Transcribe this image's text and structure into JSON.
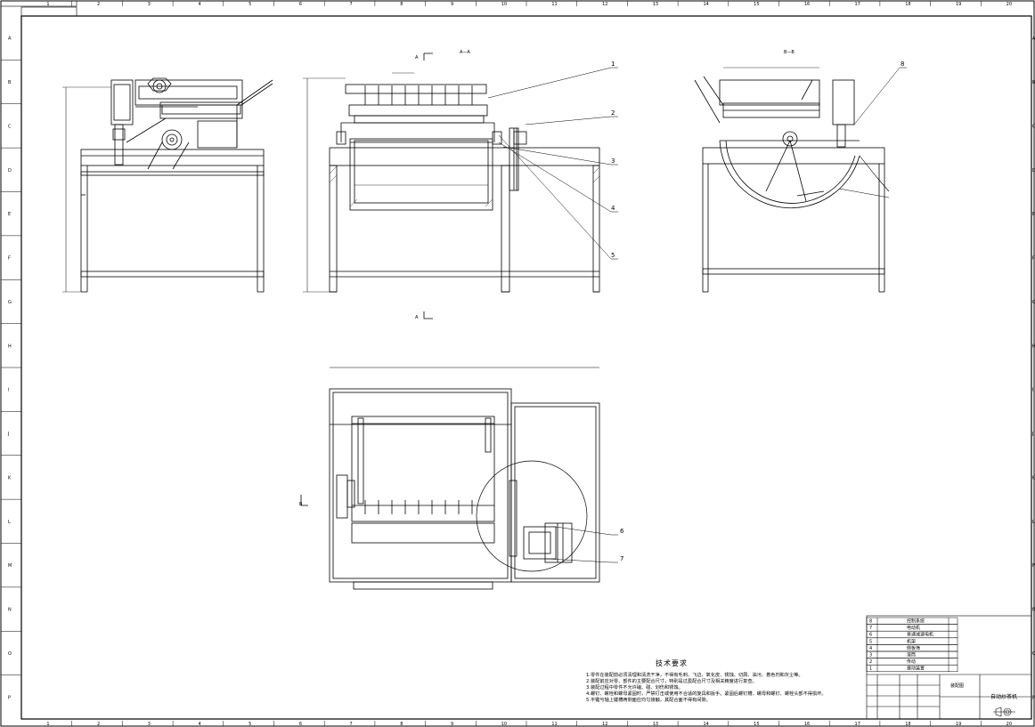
{
  "sheet": {
    "col_labels": [
      "1",
      "2",
      "3",
      "4",
      "5",
      "6",
      "7",
      "8",
      "9",
      "10",
      "11",
      "12",
      "13",
      "14",
      "15",
      "16",
      "17",
      "18",
      "19",
      "20"
    ],
    "row_labels": [
      "A",
      "B",
      "C",
      "D",
      "E",
      "F",
      "G",
      "H",
      "I",
      "J",
      "K",
      "L",
      "M",
      "N",
      "O",
      "P"
    ]
  },
  "views": {
    "section_mark_top": "A—A",
    "section_mark_side": "B—B",
    "section_label_a": "A",
    "section_label_b": "B"
  },
  "balloons": [
    "1",
    "2",
    "3",
    "4",
    "5",
    "6",
    "7",
    "8"
  ],
  "notes": {
    "heading": "技术要求",
    "lines": [
      "1.零件在装配前必须清理和清洗干净，不得有毛刺、飞边、氧化皮、锈蚀、切屑、油污、着色剂和灰尘等。",
      "2.装配前应对零、部件的主要配合尺寸，特别是过盈配合尺寸及相关精度进行复查。",
      "3.装配过程中零件不允许磕、碰、划伤和锈蚀。",
      "4.螺钉、螺栓和螺母紧固时，严禁打击或使用不合适的旋具和扳手。紧固后螺钉槽、螺母和螺钉、螺栓头部不得损坏。",
      "5.平键与轴上键槽两侧面应均匀接触，其配合面不得有间隙。"
    ]
  },
  "title_block": {
    "drawing_name": "自动炒茶机",
    "material": "装配图",
    "bom_numbers": [
      "8",
      "7",
      "6",
      "5",
      "4",
      "3",
      "2",
      "1"
    ],
    "bom_names": [
      "控制系统",
      "电动机",
      "普通减速电机",
      "机架",
      "侧板筛",
      "滚筒",
      "传动",
      "振动装置"
    ]
  }
}
